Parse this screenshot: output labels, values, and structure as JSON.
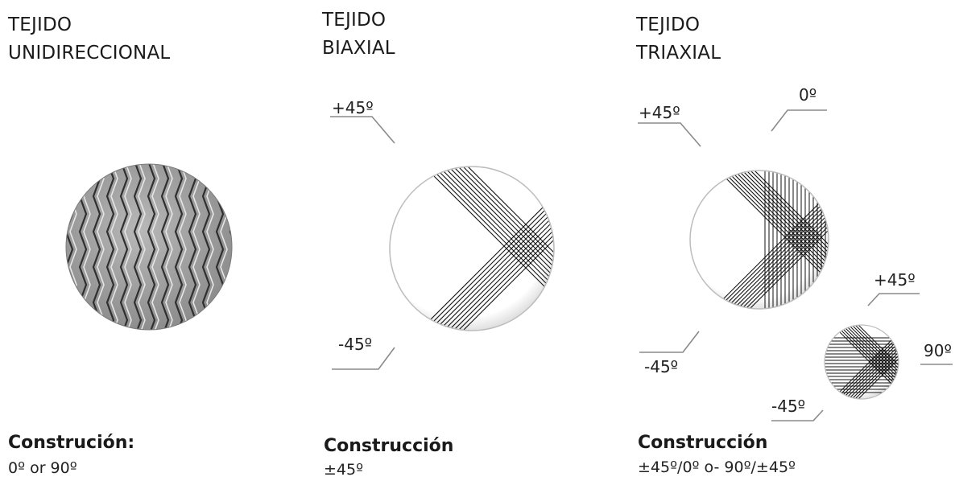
{
  "panels": [
    {
      "title_line1": "TEJIDO",
      "title_line2": "UNIDIRECCIONAL",
      "caption_heading": "Construción:",
      "caption_value": "0º or 90º"
    },
    {
      "title_line1": "TEJIDO",
      "title_line2": "BIAXIAL",
      "caption_heading": "Construcción",
      "caption_value": "±45º",
      "labels": {
        "plus45": "+45º",
        "minus45": "-45º"
      }
    },
    {
      "title_line1": "TEJIDO",
      "title_line2": "TRIAXIAL",
      "caption_heading": "Construcción",
      "caption_value": "±45º/0º o- 90º/±45º",
      "labels": {
        "plus45": "+45º",
        "zero": "0º",
        "minus45": "-45º",
        "small_plus45": "+45º",
        "ninety": "90º",
        "small_minus45": "-45º"
      }
    }
  ],
  "colors": {
    "text": "#1a1a1a",
    "line": "#111111",
    "leader": "#888888",
    "fabric_gray": "#9a9a9a"
  }
}
